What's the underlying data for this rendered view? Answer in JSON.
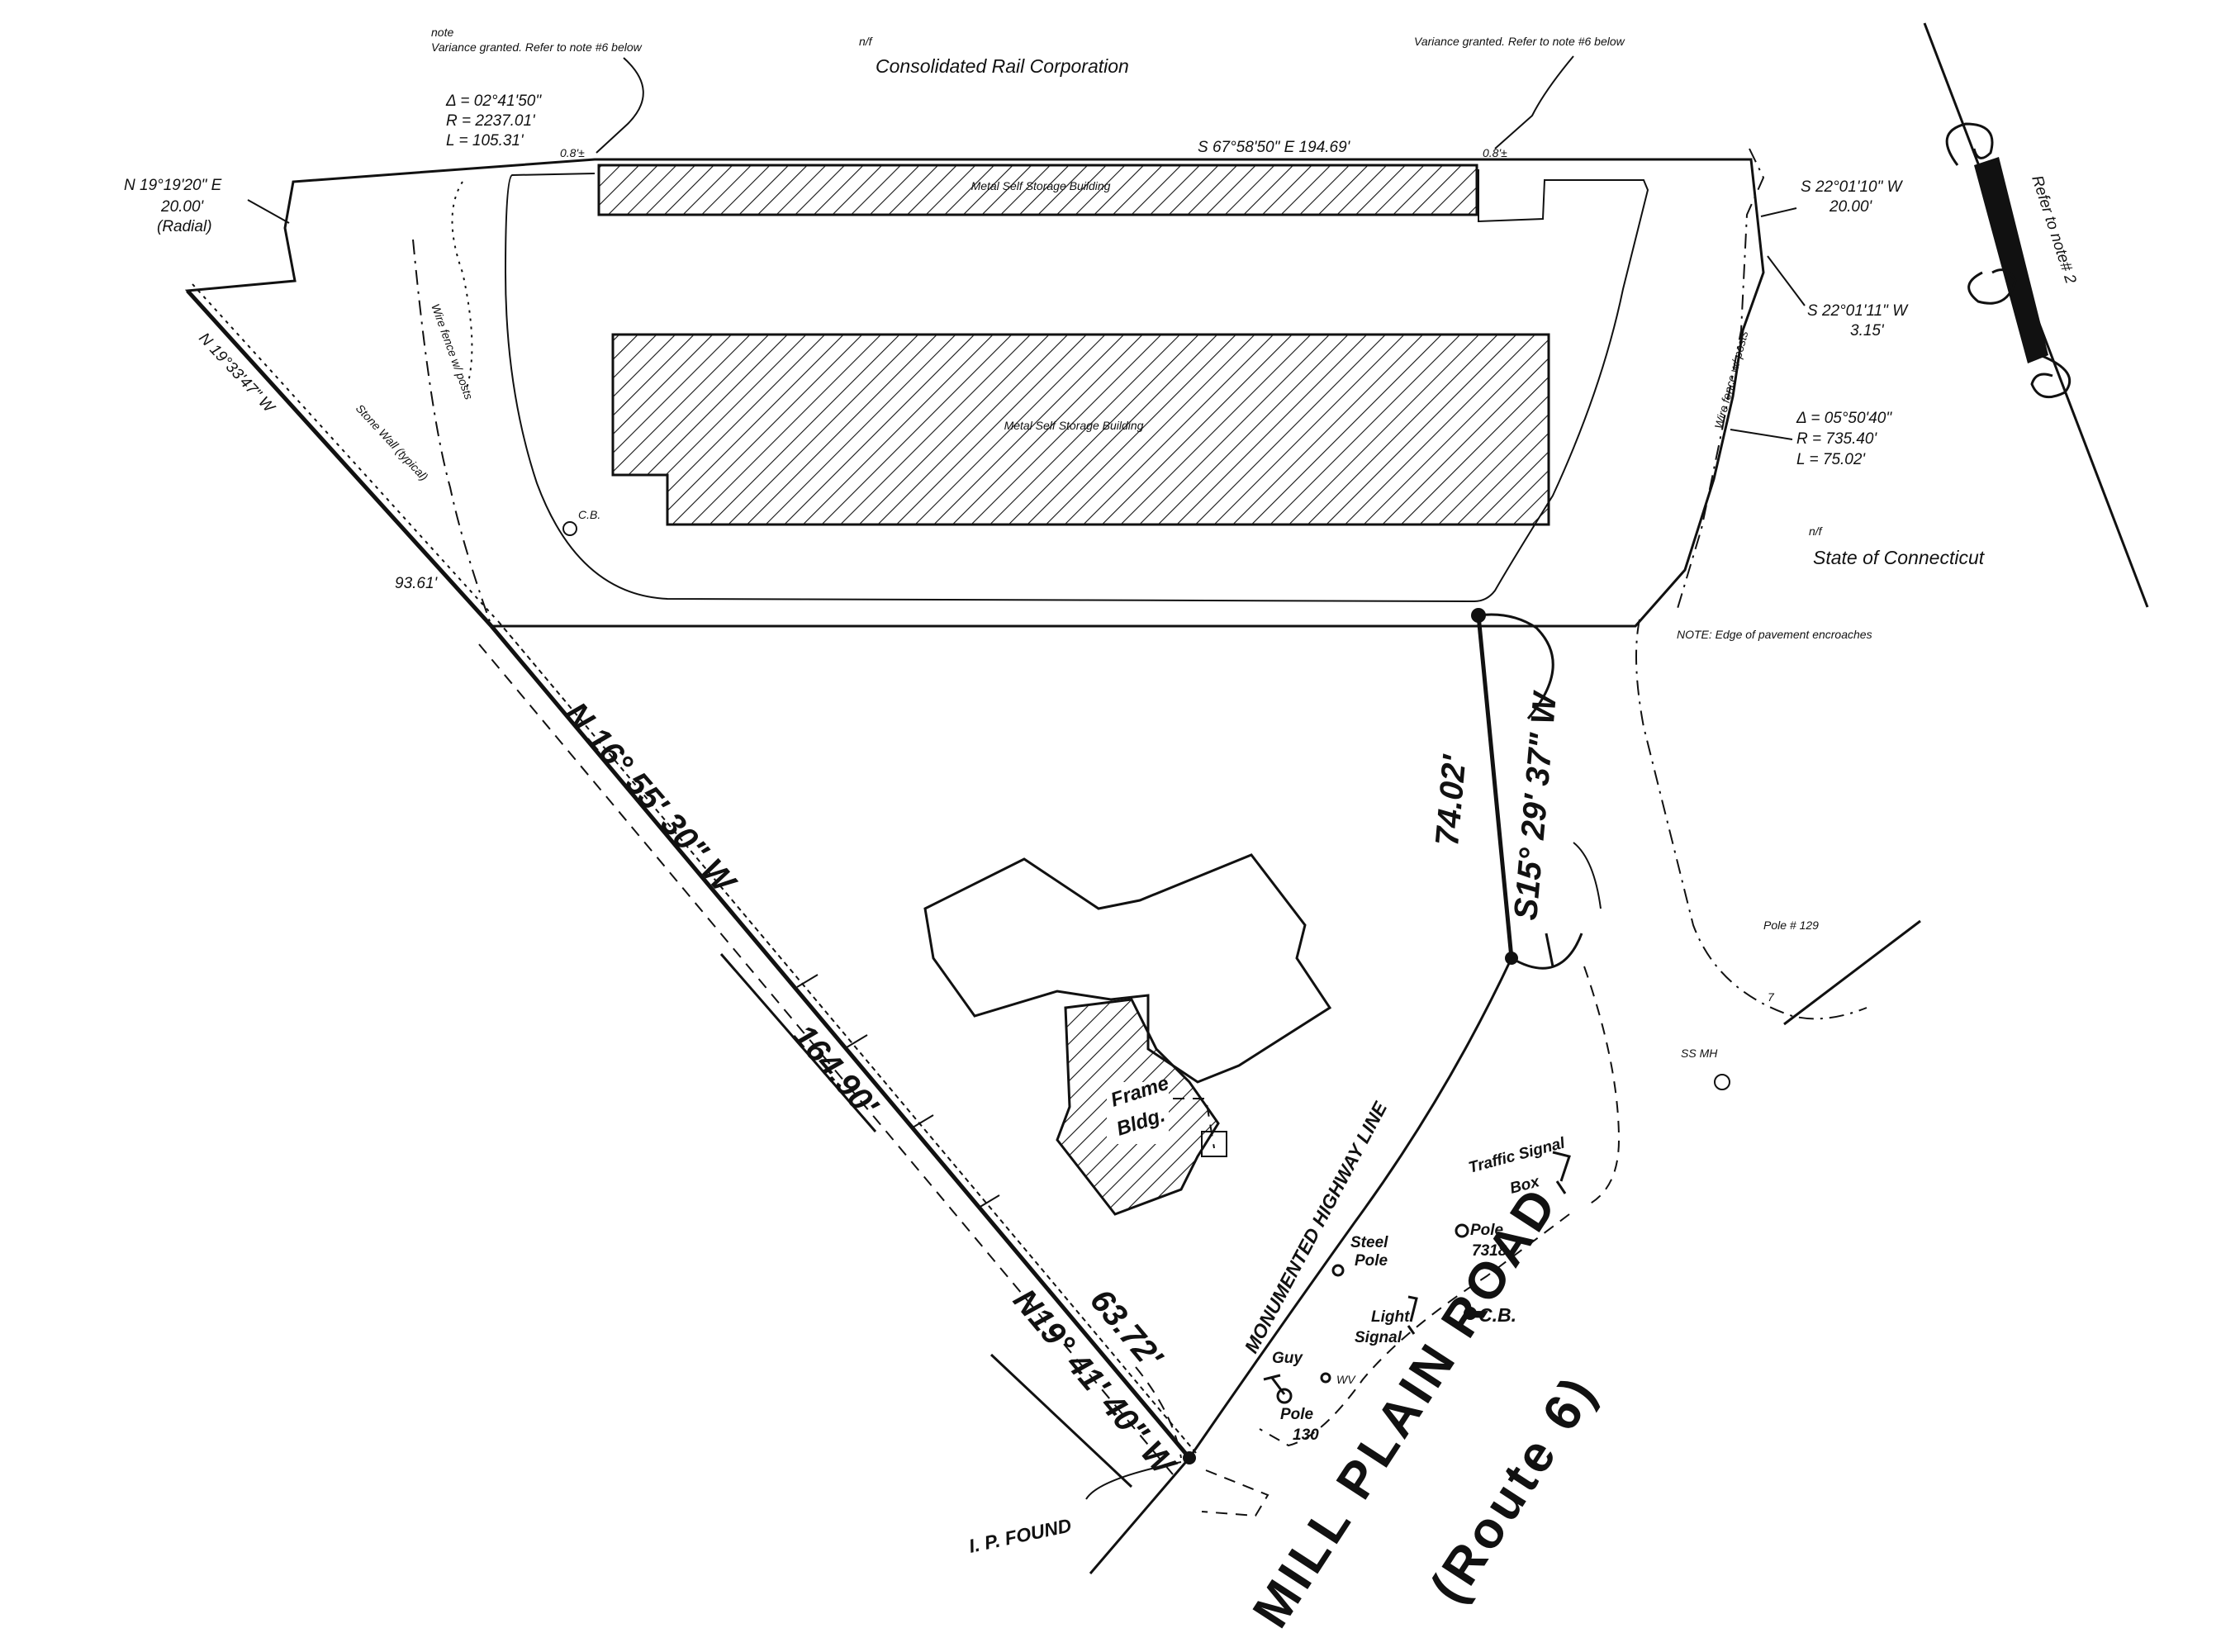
{
  "abutters": {
    "north_owner_prefix": "n/f",
    "north_owner": "Consolidated Rail Corporation",
    "east_owner_prefix": "n/f",
    "east_owner": "State of Connecticut"
  },
  "variance_notes": {
    "west_note_prefix": "note",
    "west_note": "Variance granted. Refer to note #6 below",
    "east_note": "Variance granted. Refer to note #6 below",
    "west_offset": "0.8'±",
    "east_offset": "0.8'±"
  },
  "curve_north": {
    "delta": "Δ  =  02°41'50\"",
    "radius": "R  =  2237.01'",
    "length": "L  =  105.31'"
  },
  "curve_east": {
    "delta": "Δ  =  05°50'40\"",
    "radius": "R  =  735.40'",
    "length": "L  =  75.02'"
  },
  "bearings": {
    "north_line": "S 67°58'50\" E  194.69'",
    "west_radial": "N 19°19'20\" E",
    "west_radial_dist": "20.00'",
    "west_radial_note": "(Radial)",
    "east_upper": "S 22°01'10\" W",
    "east_upper_dist": "20.00'",
    "east_lower": "S 22°01'11\" W",
    "east_lower_dist": "3.15'",
    "northwest_line": "N 19°33'47\" W",
    "northwest_dist": "93.61'",
    "main_west": "N 16° 55' 30\" W",
    "main_west_dist": "164.90'",
    "south_west": "N19° 41' 40\" W",
    "south_west_dist": "63.72'",
    "east_line": "S15° 29' 37\" W",
    "east_line_dist": "74.02'"
  },
  "buildings": {
    "north_storage": "Metal Self Storage Building",
    "main_storage": "Metal Self Storage Building",
    "frame_line1": "Frame",
    "frame_line2": "Bldg."
  },
  "fence_notes": {
    "west": "Wire fence w/ posts",
    "east": "Wire fence w/ posts",
    "stone_wall": "Stone Wall (typical)",
    "pavement_note": "NOTE: Edge of pavement encroaches"
  },
  "utilities": {
    "cb_north": "C.B.",
    "pole_129": "Pole # 129",
    "ssmh": "SS MH",
    "traffic_signal_line1": "Traffic Signal",
    "traffic_signal_line2": "Box",
    "steel_pole_line1": "Steel",
    "steel_pole_line2": "Pole",
    "pole_7318_line1": "Pole",
    "pole_7318_line2": "7318",
    "light_signal_line1": "Light",
    "light_signal_line2": "Signal",
    "cb_south": "C.B.",
    "guy": "Guy",
    "pole_130_line1": "Pole",
    "pole_130_line2": "130",
    "wv": "WV"
  },
  "labels": {
    "ip_found": "I. P. FOUND",
    "highway_line": "MONUMENTED HIGHWAY LINE",
    "road_name": "MILL  PLAIN  ROAD",
    "road_route": "(Route 6)",
    "refer_note": "Refer to note# 2"
  }
}
